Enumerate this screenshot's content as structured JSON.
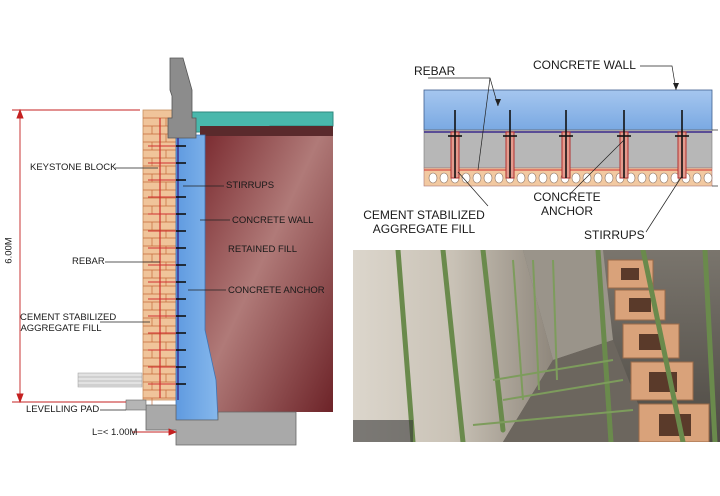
{
  "section": {
    "height_dim": "6.00M",
    "width_dim": "L=< 1.00M",
    "labels": {
      "keystone_block": "KEYSTONE BLOCK",
      "stirrups": "STIRRUPS",
      "concrete_wall": "CONCRETE WALL",
      "retained_fill": "RETAINED FILL",
      "rebar": "REBAR",
      "concrete_anchor": "CONCRETE ANCHOR",
      "aggregate_fill_1": "CEMENT STABILIZED",
      "aggregate_fill_2": "AGGREGATE FILL",
      "levelling_pad": "LEVELLING PAD"
    }
  },
  "plan": {
    "labels": {
      "rebar": "REBAR",
      "concrete_wall": "CONCRETE WALL",
      "aggregate_fill_1": "CEMENT STABILIZED",
      "aggregate_fill_2": "AGGREGATE FILL",
      "concrete_anchor_1": "CONCRETE",
      "concrete_anchor_2": "ANCHOR",
      "stirrups": "STIRRUPS"
    }
  },
  "colors": {
    "concrete_wall": "#6fa6df",
    "retained_fill": "#8a3a3e",
    "keystone_block": "#f0c49a",
    "cap": "#8c8c8c",
    "slab": "#49b8ac",
    "footing": "#a9a9a9",
    "plan_wall": "#8fb7e6",
    "plan_fill_band": "#b7b7b7",
    "plan_aggregate": "#f2c9a1",
    "rebar_red": "#d03030",
    "rebar_purple": "#3b2a8c"
  }
}
